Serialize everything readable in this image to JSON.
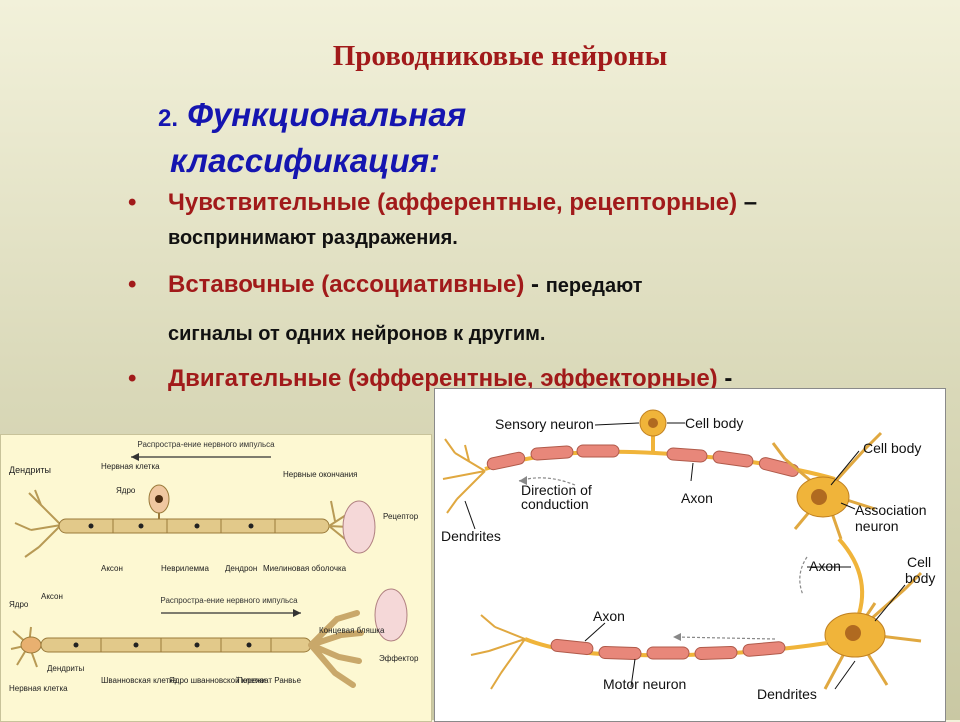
{
  "slide": {
    "title": "Проводниковые нейроны",
    "subtitle_number": "2.",
    "subtitle_line1": "Функциональная",
    "subtitle_line2": "классификация:"
  },
  "bullets": [
    {
      "term": "Чувствительные (афферентные, рецепторные)",
      "separator": " – ",
      "description": "воспринимают раздражения."
    },
    {
      "term": "Вставочные (ассоциативные)",
      "separator": " - ",
      "description": "передают",
      "description_line2": "сигналы от одних нейронов к другим."
    },
    {
      "term": "Двигательные (эфферентные, эффекторные)",
      "separator": " -",
      "description": ""
    }
  ],
  "bullet_glyph": "•",
  "left_diagram": {
    "top": {
      "arrow_label": "Распростра-ение нервного импульса",
      "dendrites": "Дендриты",
      "nerve_cell": "Нервная клетка",
      "nucleus": "Ядро",
      "nerve_endings": "Нервные окончания",
      "receptor": "Рецептор",
      "axon": "Аксон",
      "neurilemma": "Неврилемма",
      "dendron": "Дендрон",
      "myelin": "Миелиновая оболочка"
    },
    "bottom": {
      "axon": "Аксон",
      "nucleus": "Ядро",
      "arrow_label": "Распростра-ение нервного импульса",
      "end_plate": "Концевая бляшка",
      "effector": "Эффектор",
      "dendrites": "Дендриты",
      "nerve_cell": "Нервная клетка",
      "schwann_cell": "Шванновская клетка",
      "schwann_nucleus": "Ядро шванновской клетки",
      "ranvier": "Перехват Ранвье"
    }
  },
  "right_diagram": {
    "sensory_neuron": "Sensory neuron",
    "cell_body_1": "Cell body",
    "cell_body_2": "Cell body",
    "cell_body_3": "Cell body",
    "direction": "Direction of conduction",
    "axon_1": "Axon",
    "axon_2": "Axon",
    "axon_3": "Axon",
    "dendrites_1": "Dendrites",
    "dendrites_2": "Dendrites",
    "association_neuron": "Association neuron",
    "motor_neuron": "Motor neuron"
  },
  "colors": {
    "title": "#a11a1a",
    "subtitle": "#1515b0",
    "myelin": "#e8877a",
    "neuron_body": "#f0b43a",
    "left_axon": "#e2c98a"
  }
}
